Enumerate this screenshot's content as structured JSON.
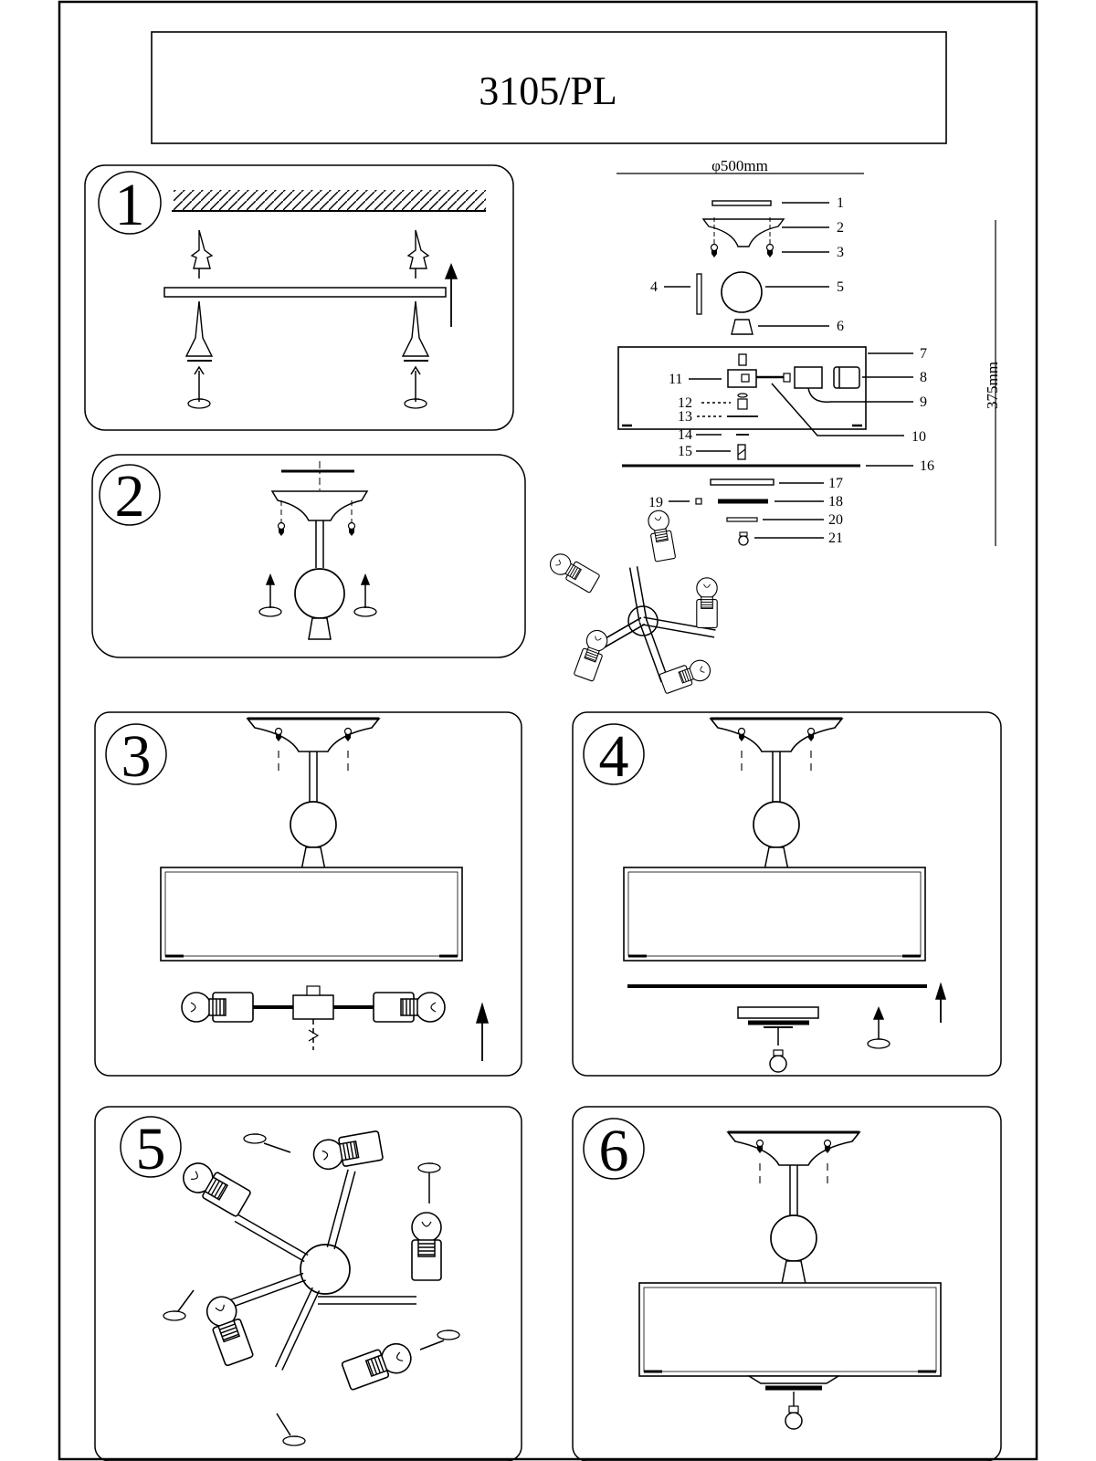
{
  "title": "3105/PL",
  "dimensions": {
    "diameter": "φ500mm",
    "height": "375mm"
  },
  "steps": [
    "1",
    "2",
    "3",
    "4",
    "5",
    "6"
  ],
  "parts": [
    "1",
    "2",
    "3",
    "4",
    "5",
    "6",
    "7",
    "8",
    "9",
    "10",
    "11",
    "12",
    "13",
    "14",
    "15",
    "16",
    "17",
    "18",
    "19",
    "20",
    "21"
  ]
}
